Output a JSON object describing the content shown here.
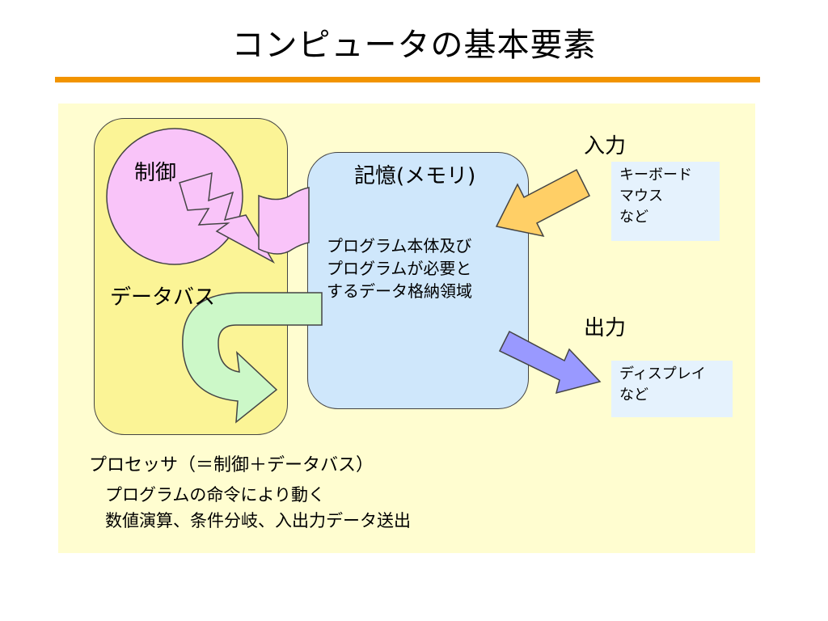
{
  "title": "コンピュータの基本要素",
  "control": {
    "label": "制御"
  },
  "databus": {
    "label": "データバス"
  },
  "memory": {
    "title": "記憶(メモリ)",
    "desc_lines": [
      "プログラム本体及び",
      "プログラムが必要と",
      "するデータ格納領域"
    ]
  },
  "input": {
    "label": "入力",
    "devices": [
      "キーボード",
      "マウス",
      "など"
    ]
  },
  "output": {
    "label": "出力",
    "devices": [
      "ディスプレイ",
      "など"
    ]
  },
  "processor": {
    "heading": "プロセッサ（＝制御＋データバス）",
    "lines": [
      "プログラムの命令により動く",
      "数値演算、条件分岐、入出力データ送出"
    ]
  },
  "colors": {
    "accent_rule": "#f29400",
    "panel": "#fffdd0",
    "processor_fill": "#fbf496",
    "control_fill": "#f9c4f9",
    "memory_fill": "#cfe7fb",
    "databus_arrow": "#ccf8c8",
    "input_arrow": "#ffcf66",
    "output_arrow": "#9999ff",
    "io_box": "#e5f2fd"
  }
}
